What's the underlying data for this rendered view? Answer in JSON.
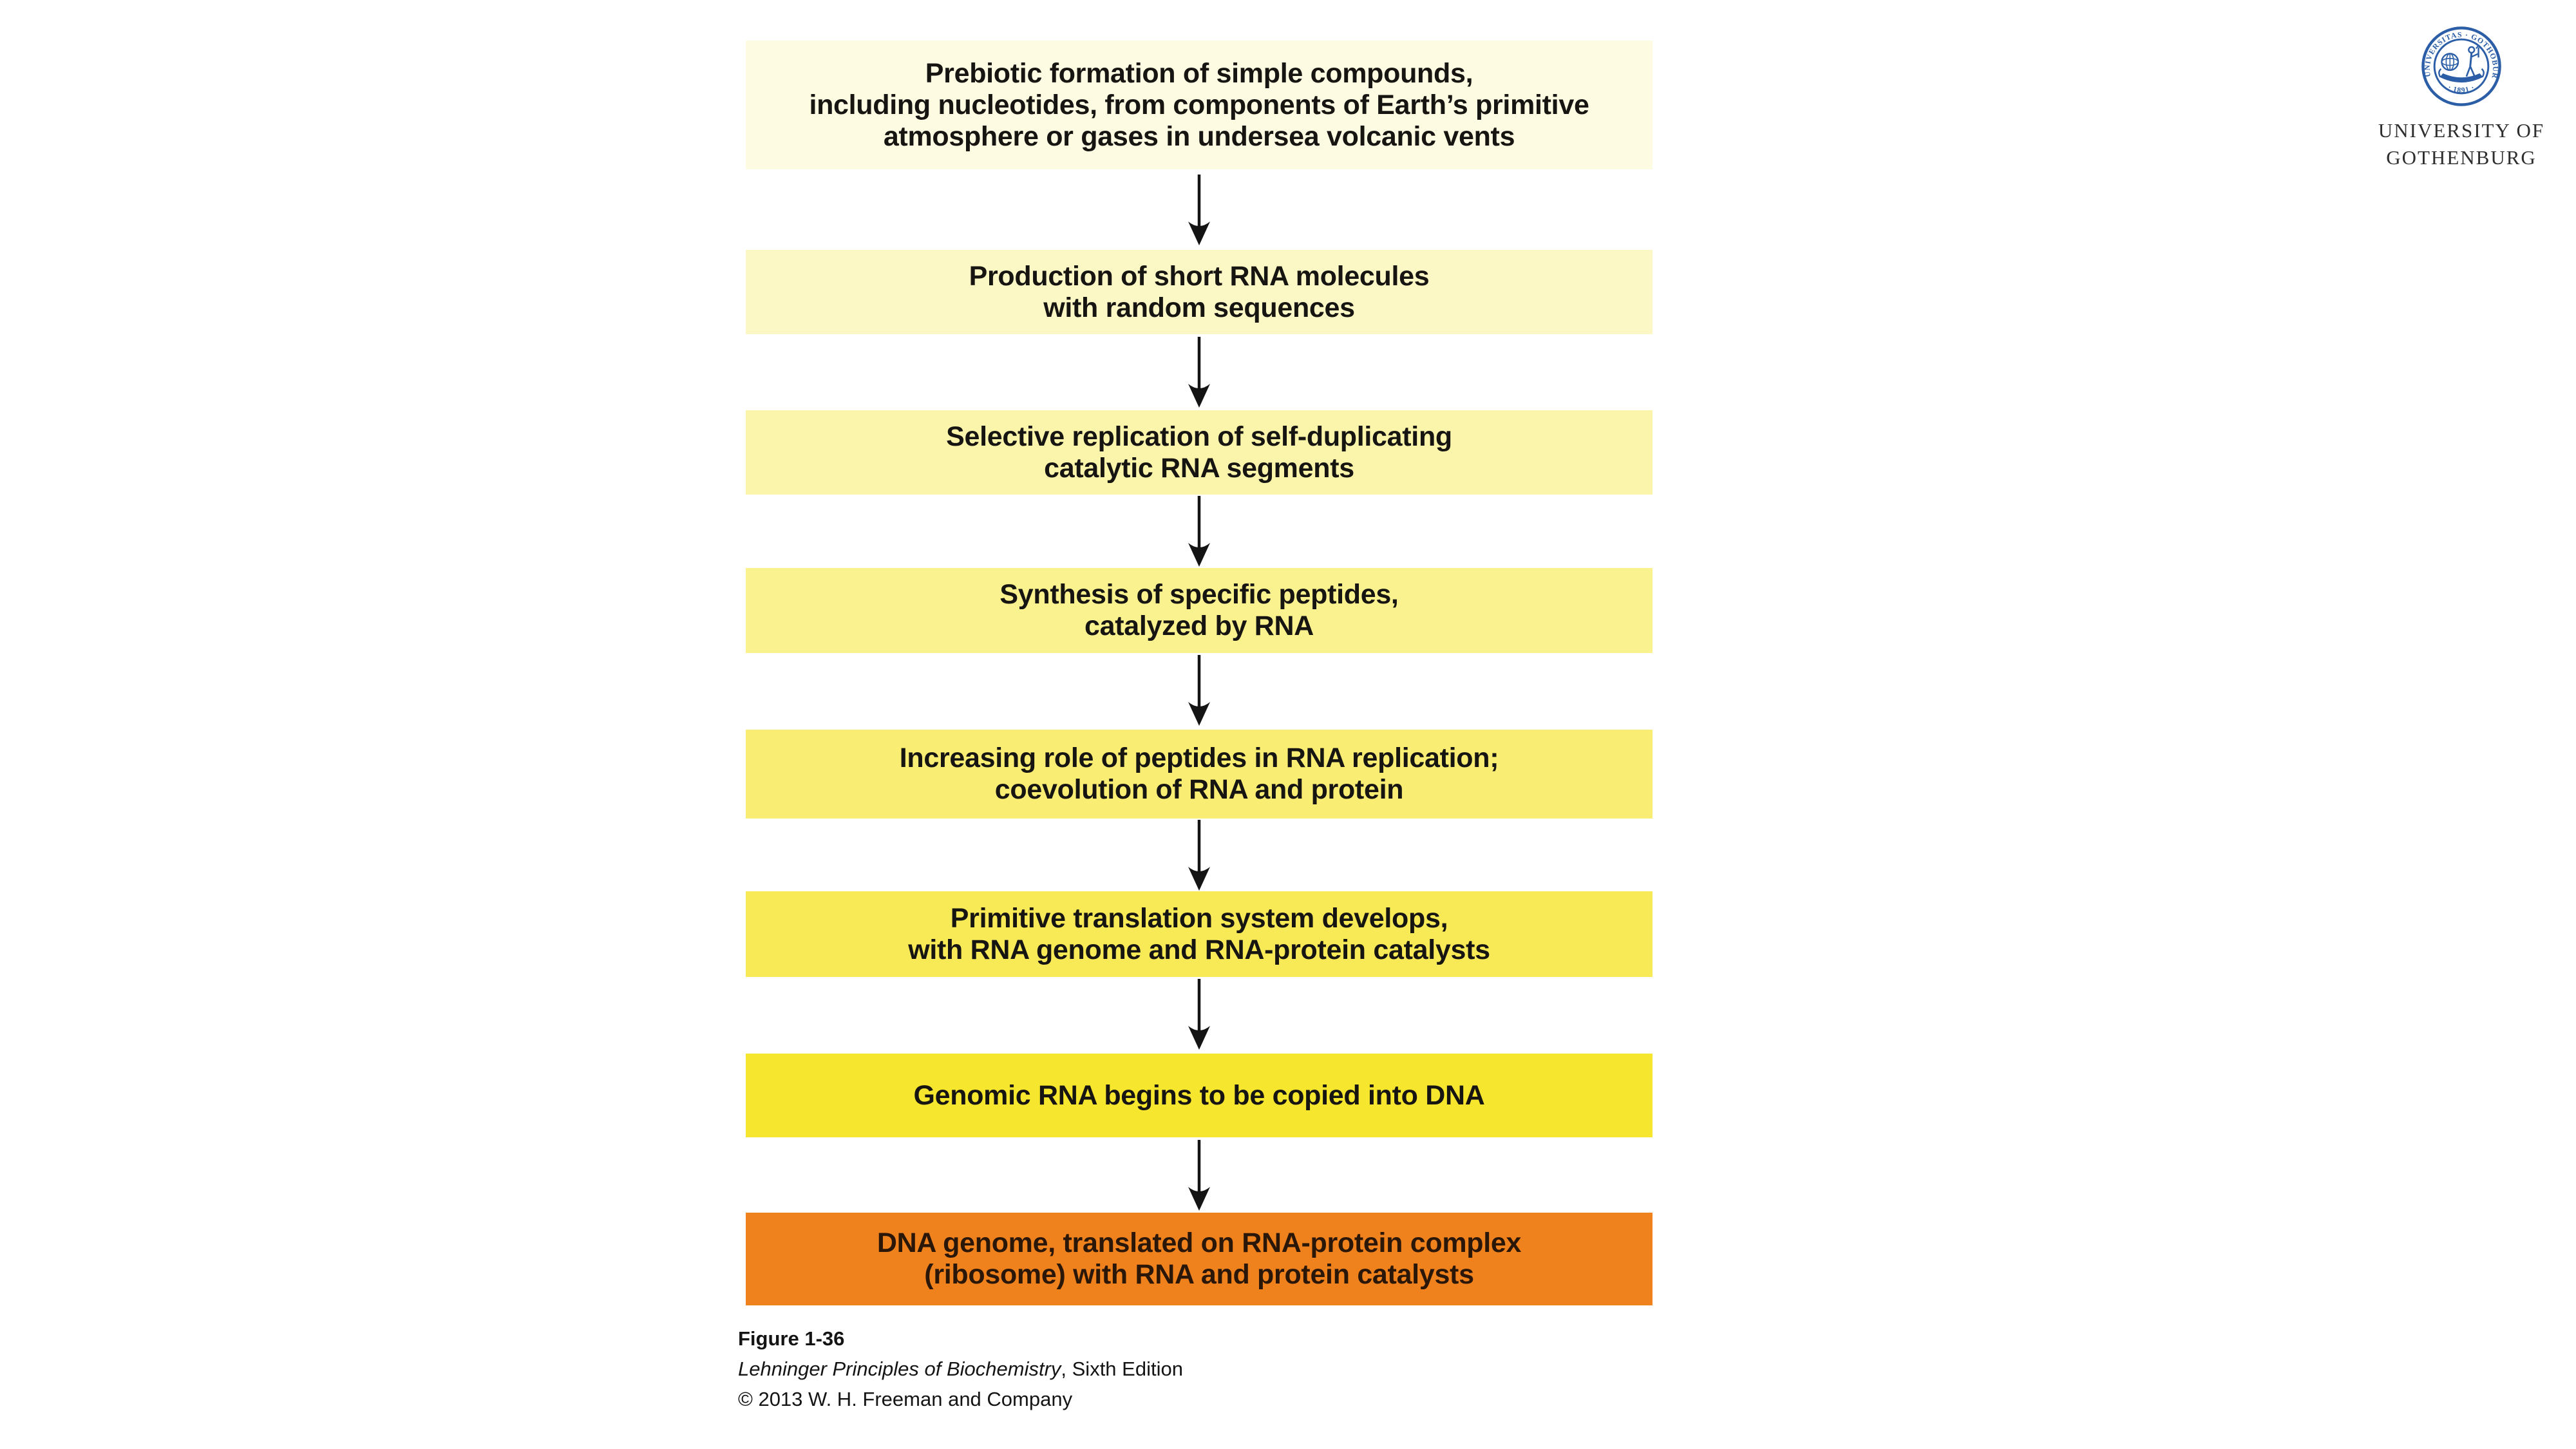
{
  "slide": {
    "background_color": "#ffffff"
  },
  "flowchart": {
    "arrow_color": "#141414",
    "steps": [
      {
        "bg": "#FDFBE2",
        "lines": [
          "Prebiotic formation of simple compounds,",
          "including nucleotides, from components of Earth’s primitive",
          "atmosphere or gases in undersea volcanic vents"
        ]
      },
      {
        "bg": "#FCF8C6",
        "lines": [
          "Production of short RNA molecules",
          "with random sequences"
        ]
      },
      {
        "bg": "#FBF5AB",
        "lines": [
          "Selective replication of self-duplicating",
          "catalytic RNA segments"
        ]
      },
      {
        "bg": "#FAF18F",
        "lines": [
          "Synthesis of specific peptides,",
          "catalyzed by RNA"
        ]
      },
      {
        "bg": "#F9EE73",
        "lines": [
          "Increasing role of peptides in RNA replication;",
          "coevolution of RNA and protein"
        ]
      },
      {
        "bg": "#F8EA57",
        "lines": [
          "Primitive translation system develops,",
          "with RNA genome and RNA-protein catalysts"
        ]
      },
      {
        "bg": "#F6E72E",
        "lines": [
          "Genomic RNA begins to be copied into DNA"
        ]
      },
      {
        "bg": "#F0821E",
        "lines": [
          "DNA genome, translated on RNA-protein complex",
          "(ribosome) with RNA and protein catalysts"
        ]
      }
    ]
  },
  "caption": {
    "figure_label": "Figure 1-36",
    "book_title": "Lehninger Principles of Biochemistry",
    "edition": ", Sixth Edition",
    "copyright": "© 2013 W. H. Freeman and Company"
  },
  "logo": {
    "seal_color": "#2B5EA7",
    "seal_ring_text": "UNIVERSITAS · GOTHOBURGENSIS",
    "seal_year_text": "· 1891 ·",
    "line1": "UNIVERSITY OF",
    "line2": "GOTHENBURG"
  }
}
